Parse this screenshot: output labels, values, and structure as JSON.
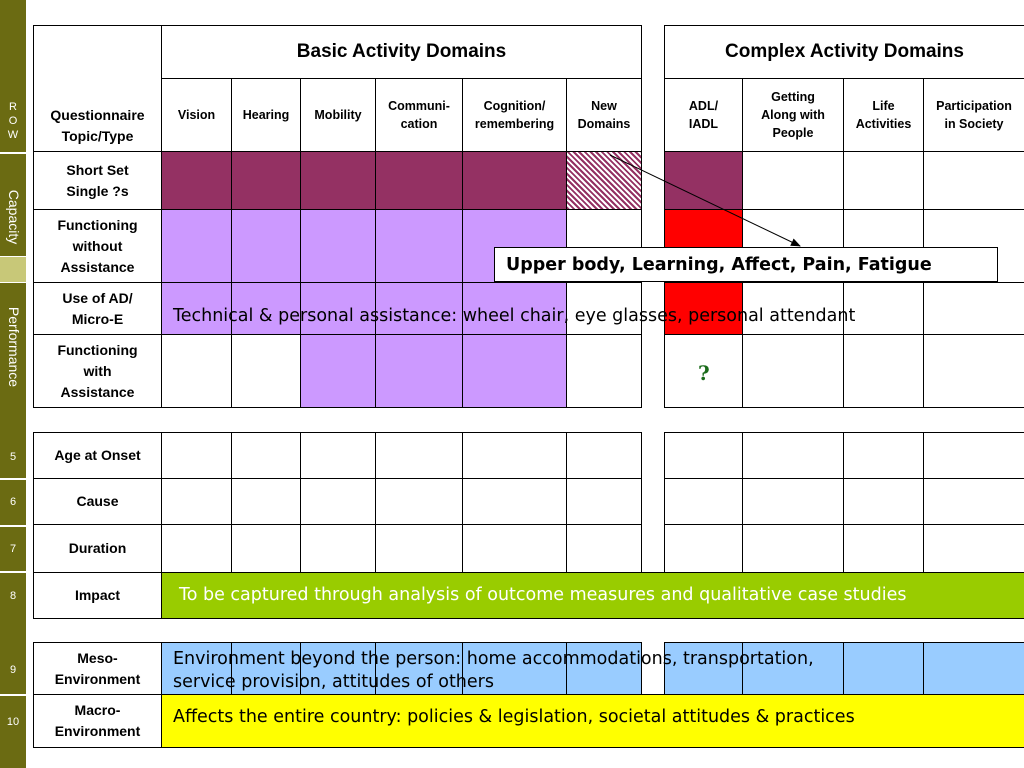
{
  "sidebar": {
    "row_label": [
      "R",
      "O",
      "W"
    ],
    "capacity": "Capacity",
    "performance": "Performance",
    "row_numbers": [
      "5",
      "6",
      "7",
      "8",
      "9",
      "10"
    ]
  },
  "header": {
    "basic_title": "Basic Activity Domains",
    "complex_title": "Complex Activity Domains",
    "topic_col": "Questionnaire Topic/Type",
    "basic_cols": [
      "Vision",
      "Hearing",
      "Mobility",
      "Communi-\ncation",
      "Cognition/\nremembering",
      "New\nDomains"
    ],
    "complex_cols": [
      "ADL/\nIADL",
      "Getting\nAlong with\nPeople",
      "Life\nActivities",
      "Participation\nin Society"
    ]
  },
  "rows": {
    "short_set": "Short Set\nSingle ?s",
    "func_without": "Functioning\nwithout\nAssistance",
    "use_ad": "Use of AD/\nMicro-E",
    "func_with": "Functioning\nwith\nAssistance",
    "age": "Age at Onset",
    "cause": "Cause",
    "duration": "Duration",
    "impact": "Impact",
    "meso": "Meso-\nEnvironment",
    "macro": "Macro-\nEnvironment"
  },
  "notes": {
    "upper_body": "Upper body, Learning, Affect, Pain, Fatigue",
    "assistance": "Technical & personal assistance: wheel chair, eye glasses, personal attendant",
    "question_mark": "?",
    "impact": "To be captured through analysis of outcome measures and qualitative case studies",
    "meso": "Environment beyond the person: home accommodations, transportation,\nservice provision, attitudes of others",
    "macro": "Affects the entire country: policies & legislation, societal attitudes & practices"
  },
  "colors": {
    "sidebar": "#6b6b12",
    "maroon": "#943163",
    "lavender": "#cc99ff",
    "red": "#ff0000",
    "blue": "#99ccff",
    "green": "#99cc00",
    "yellow": "#ffff00"
  }
}
